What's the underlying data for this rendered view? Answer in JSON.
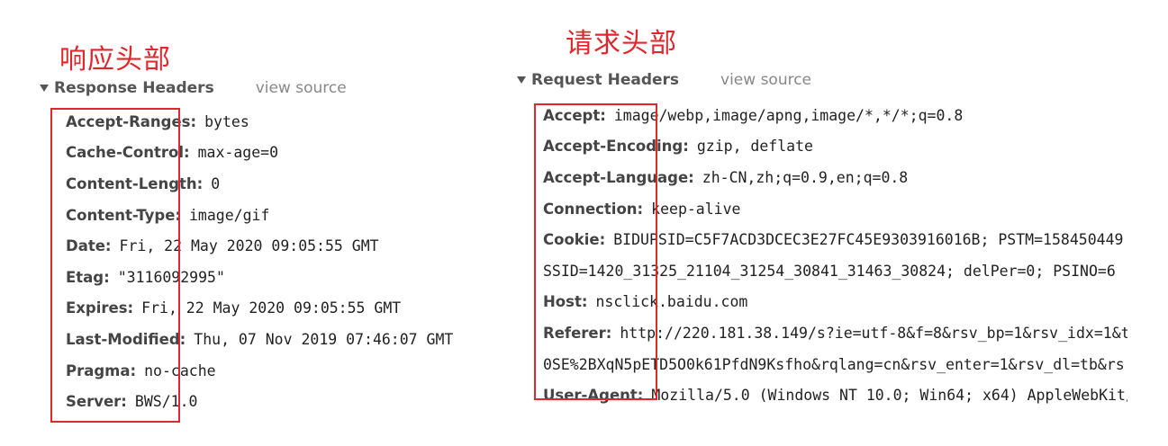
{
  "response_panel": {
    "annotation": "响应头部",
    "title": "Response Headers",
    "view_source_label": "view source",
    "headers": [
      {
        "name": "Accept-Ranges:",
        "value": "bytes"
      },
      {
        "name": "Cache-Control:",
        "value": "max-age=0"
      },
      {
        "name": "Content-Length:",
        "value": "0"
      },
      {
        "name": "Content-Type:",
        "value": "image/gif"
      },
      {
        "name": "Date:",
        "value": "Fri, 22 May 2020 09:05:55 GMT"
      },
      {
        "name": "Etag:",
        "value": "\"3116092995\""
      },
      {
        "name": "Expires:",
        "value": "Fri, 22 May 2020 09:05:55 GMT"
      },
      {
        "name": "Last-Modified:",
        "value": "Thu, 07 Nov 2019 07:46:07 GMT"
      },
      {
        "name": "Pragma:",
        "value": "no-cache"
      },
      {
        "name": "Server:",
        "value": "BWS/1.0"
      }
    ]
  },
  "request_panel": {
    "annotation": "请求头部",
    "title": "Request Headers",
    "view_source_label": "view source",
    "headers": [
      {
        "name": "Accept:",
        "value": "image/webp,image/apng,image/*,*/*;q=0.8"
      },
      {
        "name": "Accept-Encoding:",
        "value": "gzip, deflate"
      },
      {
        "name": "Accept-Language:",
        "value": "zh-CN,zh;q=0.9,en;q=0.8"
      },
      {
        "name": "Connection:",
        "value": "keep-alive"
      },
      {
        "name": "Cookie:",
        "value": "BIDUPSID=C5F7ACD3DCEC3E27FC45E9303916016B; PSTM=158450449"
      },
      {
        "name": "",
        "value": "SSID=1420_31325_21104_31254_30841_31463_30824; delPer=0; PSINO=6"
      },
      {
        "name": "Host:",
        "value": "nsclick.baidu.com"
      },
      {
        "name": "Referer:",
        "value": "http://220.181.38.149/s?ie=utf-8&f=8&rsv_bp=1&rsv_idx=1&t"
      },
      {
        "name": "",
        "value": "0SE%2BXqN5pETD5O0k61PfdN9Ksfho&rqlang=cn&rsv_enter=1&rsv_dl=tb&rs"
      },
      {
        "name": "User-Agent:",
        "value": "Mozilla/5.0 (Windows NT 10.0; Win64; x64) AppleWebKit/"
      }
    ]
  },
  "colors": {
    "annotation_red": "#e3262b",
    "panel_title": "#555555",
    "view_source": "#888888"
  }
}
